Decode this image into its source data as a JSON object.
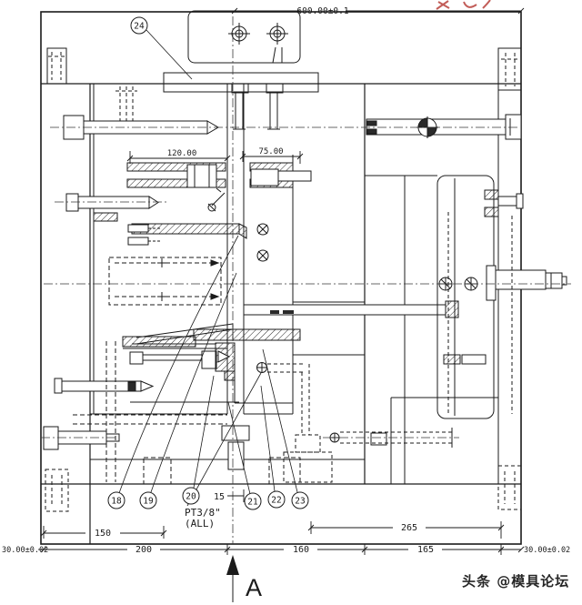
{
  "drawing": {
    "dimensions": {
      "top_width": "600.00±0.1",
      "cavity": "120.00",
      "core": "75.00",
      "d150": "150",
      "d200": "200",
      "d160": "160",
      "d165": "165",
      "d265": "265",
      "d15": "15",
      "left_plate": "30.00±0.02",
      "right_plate": "30.00±0.02"
    },
    "note": {
      "thread": "PT3/8\"",
      "scope": "(ALL)"
    },
    "balloons": {
      "b18": "18",
      "b19": "19",
      "b20": "20",
      "b21": "21",
      "b22": "22",
      "b23": "23",
      "b24": "24"
    },
    "section": {
      "label": "A"
    },
    "watermark": "头条 @模具论坛",
    "colors": {
      "line": "#1b1b1b",
      "red_mark": "#b8413c",
      "watermark": "#9b9b9b",
      "background": "#ffffff"
    }
  }
}
